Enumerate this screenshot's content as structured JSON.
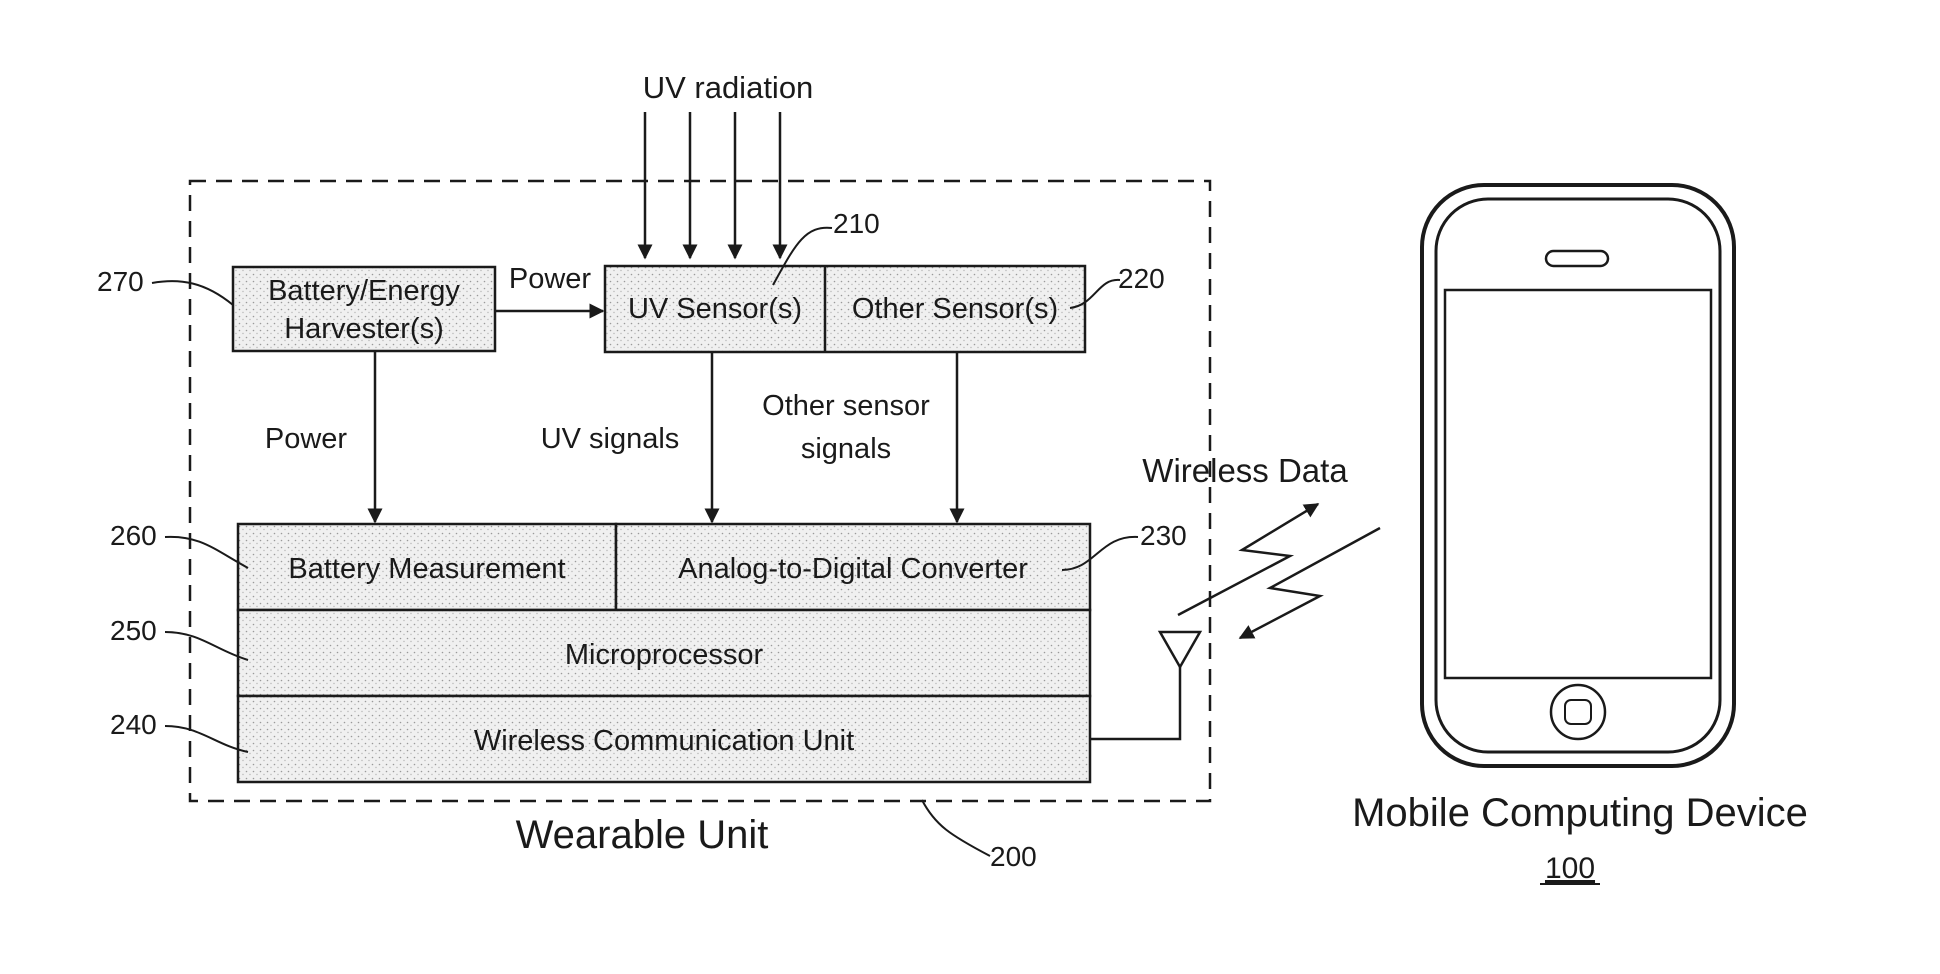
{
  "uv_radiation_label": "UV radiation",
  "power_top_label": "Power",
  "power_left_label": "Power",
  "uv_signals_label": "UV signals",
  "other_sensor_signals_line1": "Other sensor",
  "other_sensor_signals_line2": "signals",
  "wireless_data_label": "Wireless Data",
  "wearable_unit_label": "Wearable Unit",
  "mobile_device_label": "Mobile Computing Device",
  "boxes": {
    "battery_harvester_line1": "Battery/Energy",
    "battery_harvester_line2": "Harvester(s)",
    "uv_sensor": "UV Sensor(s)",
    "other_sensor": "Other Sensor(s)",
    "battery_measurement": "Battery Measurement",
    "adc": "Analog-to-Digital Converter",
    "microprocessor": "Microprocessor",
    "wireless_comm": "Wireless Communication Unit"
  },
  "refs": {
    "r270": "270",
    "r210": "210",
    "r220": "220",
    "r260": "260",
    "r230": "230",
    "r250": "250",
    "r240": "240",
    "r200": "200",
    "r100": "100"
  }
}
